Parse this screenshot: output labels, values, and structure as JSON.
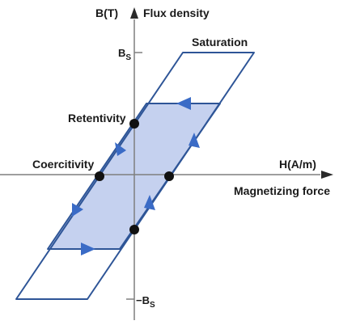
{
  "axes": {
    "y_label": "B(T)",
    "y_desc": "Flux density",
    "x_label": "H(A/m)",
    "x_desc": "Magnetizing force"
  },
  "ticks": {
    "bs_main": "B",
    "bs_sub": "S",
    "neg_bs_main": "−B",
    "neg_bs_sub": "S"
  },
  "labels": {
    "saturation": "Saturation",
    "retentivity": "Retentivity",
    "coercivity": "Coercitivity"
  },
  "colors": {
    "axis": "#7f7f7f",
    "outline": "#2e5597",
    "fill": "#c5d1ef",
    "arrow": "#3a6bc6",
    "point": "#111111",
    "text": "#1a1a1a"
  }
}
